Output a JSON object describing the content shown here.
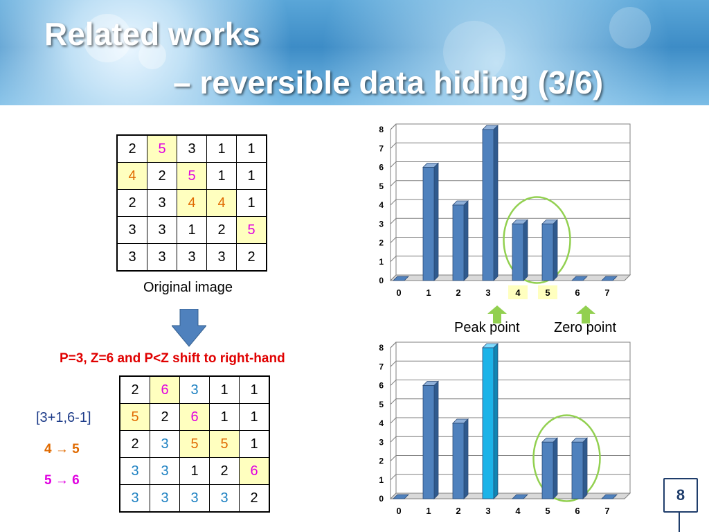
{
  "slide": {
    "title_line1": "Related works",
    "title_line2": "– reversible data hiding (3/6)",
    "page_number": "8"
  },
  "original": {
    "caption": "Original image",
    "rows": [
      [
        {
          "v": "2"
        },
        {
          "v": "5",
          "c": "#e000e0",
          "hl": true
        },
        {
          "v": "3"
        },
        {
          "v": "1"
        },
        {
          "v": "1"
        }
      ],
      [
        {
          "v": "4",
          "c": "#e06a00",
          "hl": true
        },
        {
          "v": "2"
        },
        {
          "v": "5",
          "c": "#e000e0",
          "hl": true
        },
        {
          "v": "1"
        },
        {
          "v": "1"
        }
      ],
      [
        {
          "v": "2"
        },
        {
          "v": "3"
        },
        {
          "v": "4",
          "c": "#e06a00",
          "hl": true
        },
        {
          "v": "4",
          "c": "#e06a00",
          "hl": true
        },
        {
          "v": "1"
        }
      ],
      [
        {
          "v": "3"
        },
        {
          "v": "3"
        },
        {
          "v": "1"
        },
        {
          "v": "2"
        },
        {
          "v": "5",
          "c": "#e000e0",
          "hl": true
        }
      ],
      [
        {
          "v": "3"
        },
        {
          "v": "3"
        },
        {
          "v": "3"
        },
        {
          "v": "3"
        },
        {
          "v": "2"
        }
      ]
    ]
  },
  "shifted": {
    "rule": "P=3, Z=6  and P<Z shift to right-hand",
    "formula": "[3+1,6-1]",
    "step1": "4 → 5",
    "step2": "5 → 6",
    "rows": [
      [
        {
          "v": "2"
        },
        {
          "v": "6",
          "c": "#e000e0",
          "hl": true
        },
        {
          "v": "3",
          "c": "#1a7fc1"
        },
        {
          "v": "1"
        },
        {
          "v": "1"
        }
      ],
      [
        {
          "v": "5",
          "c": "#e06a00",
          "hl": true
        },
        {
          "v": "2"
        },
        {
          "v": "6",
          "c": "#e000e0",
          "hl": true
        },
        {
          "v": "1"
        },
        {
          "v": "1"
        }
      ],
      [
        {
          "v": "2"
        },
        {
          "v": "3",
          "c": "#1a7fc1"
        },
        {
          "v": "5",
          "c": "#e06a00",
          "hl": true
        },
        {
          "v": "5",
          "c": "#e06a00",
          "hl": true
        },
        {
          "v": "1"
        }
      ],
      [
        {
          "v": "3",
          "c": "#1a7fc1"
        },
        {
          "v": "3",
          "c": "#1a7fc1"
        },
        {
          "v": "1"
        },
        {
          "v": "2"
        },
        {
          "v": "6",
          "c": "#e000e0",
          "hl": true
        }
      ],
      [
        {
          "v": "3",
          "c": "#1a7fc1"
        },
        {
          "v": "3",
          "c": "#1a7fc1"
        },
        {
          "v": "3",
          "c": "#1a7fc1"
        },
        {
          "v": "3",
          "c": "#1a7fc1"
        },
        {
          "v": "2"
        }
      ]
    ]
  },
  "labels": {
    "peak_point": "Peak point",
    "zero_point": "Zero point"
  },
  "colors": {
    "bar": "#4f81bd",
    "bar_highlight": "#1cb3e8",
    "circle": "#92d050",
    "marker_arrow": "#92d050",
    "tick_highlight": "#ffffbf",
    "down_arrow": "#4f81bd"
  },
  "chart_data": [
    {
      "type": "bar",
      "categories": [
        "0",
        "1",
        "2",
        "3",
        "4",
        "5",
        "6",
        "7"
      ],
      "values": [
        0,
        6,
        4,
        8,
        3,
        3,
        0,
        0
      ],
      "ylim": [
        0,
        8
      ],
      "yticks": [
        "0",
        "1",
        "2",
        "3",
        "4",
        "5",
        "6",
        "7",
        "8"
      ],
      "highlighted_ticks": [
        "4",
        "5"
      ],
      "circled": [
        "4",
        "5"
      ],
      "grid": true
    },
    {
      "type": "bar",
      "categories": [
        "0",
        "1",
        "2",
        "3",
        "4",
        "5",
        "6",
        "7"
      ],
      "values": [
        0,
        6,
        4,
        8,
        0,
        3,
        3,
        0
      ],
      "ylim": [
        0,
        8
      ],
      "yticks": [
        "0",
        "1",
        "2",
        "3",
        "4",
        "5",
        "6",
        "7",
        "8"
      ],
      "highlighted_bar": "3",
      "circled": [
        "5",
        "6"
      ],
      "grid": true
    }
  ]
}
